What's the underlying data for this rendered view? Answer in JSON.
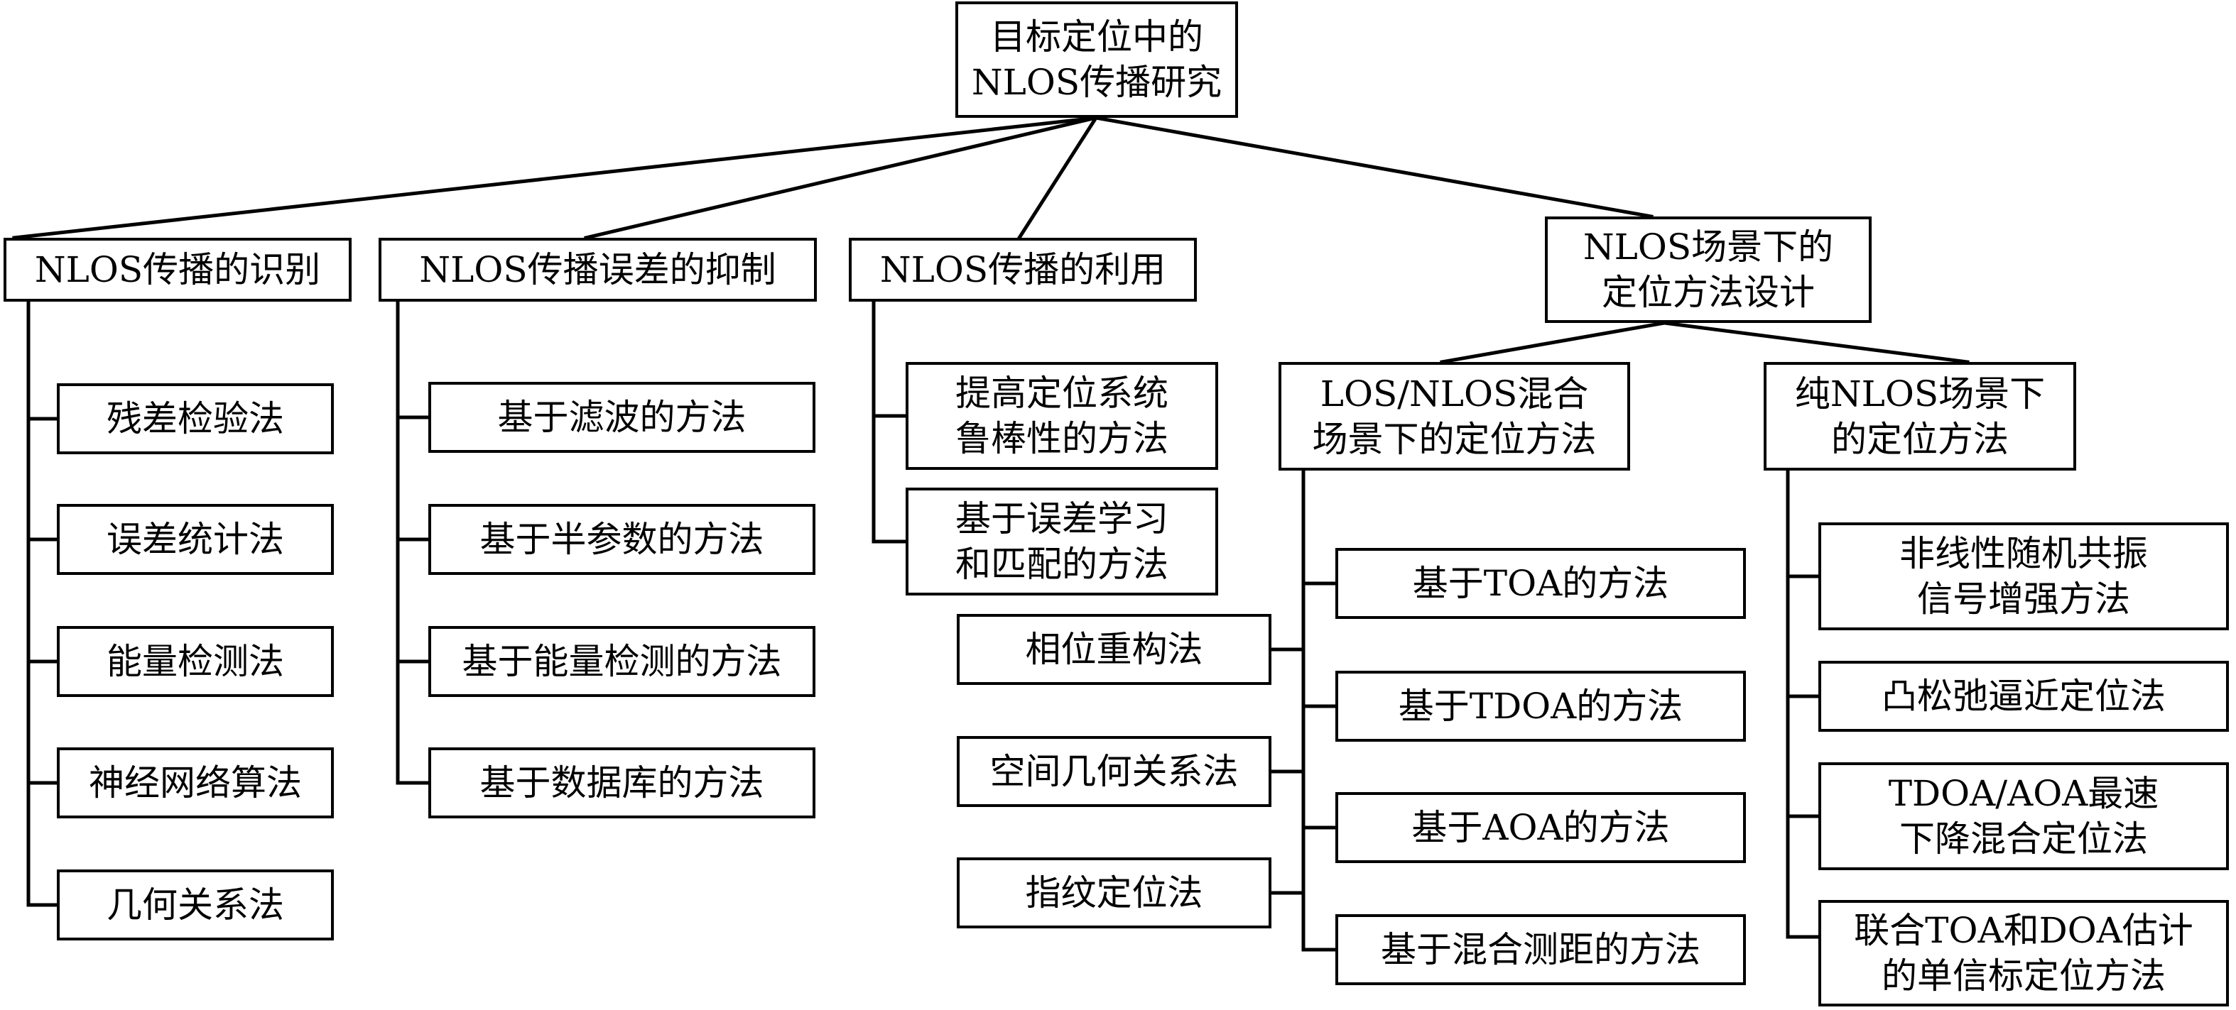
{
  "root": "目标定位中的\nNLOS传播研究",
  "cat": {
    "identify": {
      "title": "NLOS传播的识别",
      "items": [
        "残差检验法",
        "误差统计法",
        "能量检测法",
        "神经网络算法",
        "几何关系法"
      ]
    },
    "suppress": {
      "title": "NLOS传播误差的抑制",
      "items": [
        "基于滤波的方法",
        "基于半参数的方法",
        "基于能量检测的方法",
        "基于数据库的方法"
      ]
    },
    "utilize": {
      "title": "NLOS传播的利用",
      "items": [
        "提高定位系统\n鲁棒性的方法",
        "基于误差学习\n和匹配的方法"
      ]
    },
    "design": {
      "title": "NLOS场景下的\n定位方法设计",
      "mixed": {
        "title": "LOS/NLOS混合\n场景下的定位方法",
        "left_items": [
          "相位重构法",
          "空间几何关系法",
          "指纹定位法"
        ],
        "right_items": [
          "基于TOA的方法",
          "基于TDOA的方法",
          "基于AOA的方法",
          "基于混合测距的方法"
        ]
      },
      "pure": {
        "title": "纯NLOS场景下\n的定位方法",
        "items": [
          "非线性随机共振\n信号增强方法",
          "凸松弛逼近定位法",
          "TDOA/AOA最速\n下降混合定位法",
          "联合TOA和DOA估计\n的单信标定位方法"
        ]
      }
    }
  }
}
